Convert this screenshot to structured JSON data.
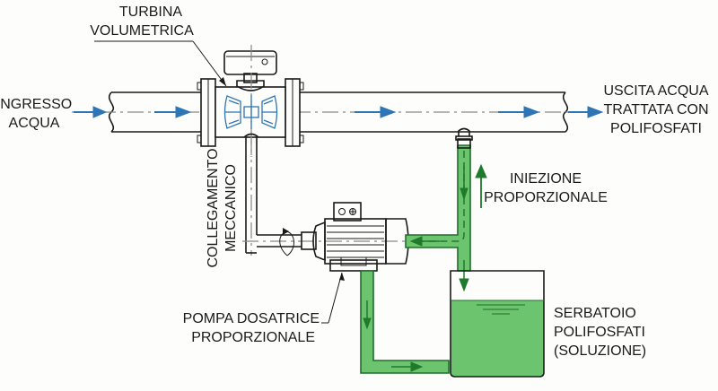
{
  "title": "Proportional polyphosphate dosing diagram",
  "labels": {
    "turbine_line1": "TURBINA",
    "turbine_line2": "VOLUMETRICA",
    "inlet_line1": "INGRESSO",
    "inlet_line2": "ACQUA",
    "outlet_line1": "USCITA ACQUA",
    "outlet_line2": "TRATTATA CON",
    "outlet_line3": "POLIFOSFATI",
    "link_line1": "COLLEGAMENTO",
    "link_line2": "MECCANICO",
    "injection_line1": "INIEZIONE",
    "injection_line2": "PROPORZIONALE",
    "pump_line1": "POMPA DOSATRICE",
    "pump_line2": "PROPORZIONALE",
    "tank_line1": "SERBATOIO",
    "tank_line2": "POLIFOSFATI",
    "tank_line3": "(SOLUZIONE)"
  },
  "colors": {
    "water_flow": "#2e75b6",
    "solution": "#6cc46f",
    "solution_arrow": "#1f7a2c",
    "line": "#1a1a1a"
  }
}
